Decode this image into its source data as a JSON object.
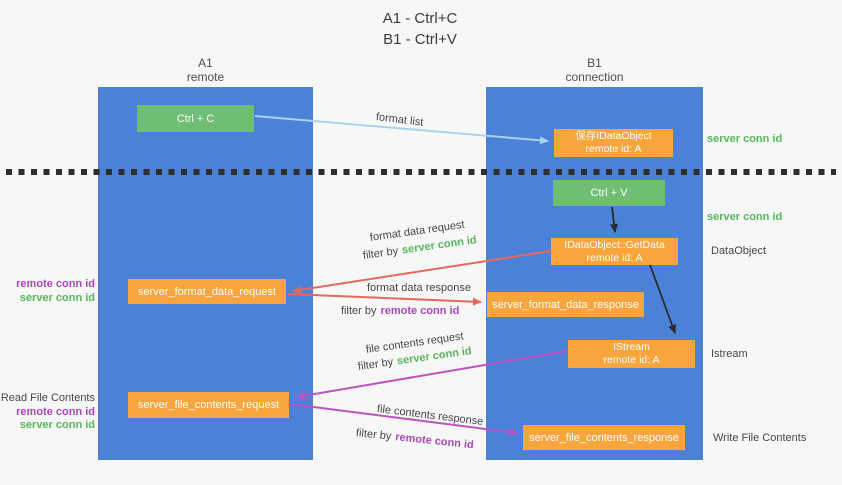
{
  "title": {
    "line1": "A1 - Ctrl+C",
    "line2": "B1 - Ctrl+V"
  },
  "columns": {
    "left": {
      "title": "A1",
      "subtitle": "remote"
    },
    "right": {
      "title": "B1",
      "subtitle": "connection"
    }
  },
  "nodes": {
    "ctrl_c": {
      "label": "Ctrl + C"
    },
    "save_idataobject": {
      "line1": "保存IDataObject",
      "line2": "remote id: A"
    },
    "ctrl_v": {
      "label": "Ctrl + V"
    },
    "getdata": {
      "line1": "IDataObject::GetData",
      "line2": "remote id: A"
    },
    "format_request": {
      "label": "server_format_data_request"
    },
    "format_response": {
      "label": "server_format_data_response"
    },
    "istream": {
      "line1": "IStream",
      "line2": "remote id: A"
    },
    "file_request": {
      "label": "server_file_contents_request"
    },
    "file_response": {
      "label": "server_file_contents_response"
    }
  },
  "edge_labels": {
    "format_list": "format list",
    "format_data_request": "format data request",
    "format_data_response": "format data response",
    "file_contents_request": "file contents request",
    "file_contents_response": "file contents response",
    "filter_by": "filter by",
    "server_conn_id": "server conn id",
    "remote_conn_id": "remote conn id"
  },
  "side_labels": {
    "server_conn_id_top": "server conn id",
    "server_conn_id_mid": "server conn id",
    "dataobject": "DataObject",
    "istream": "Istream",
    "write_file_contents": "Write File Contents",
    "read_file_contents": "Read File Contents",
    "remote_conn_id": "remote conn id",
    "server_conn_id": "server conn id"
  },
  "colors": {
    "background": "#f7f7f7",
    "column_blue": "#4b82d8",
    "box_green": "#6fbe73",
    "box_orange": "#f9a53d",
    "text_green": "#56b75a",
    "text_purple": "#ab47bc",
    "arrow_red": "#e5695c",
    "arrow_pink": "#bc53c4",
    "arrow_light_blue": "#a8d2ee",
    "arrow_black": "#2a2a2a",
    "dotted_line": "#2e2e2e"
  }
}
